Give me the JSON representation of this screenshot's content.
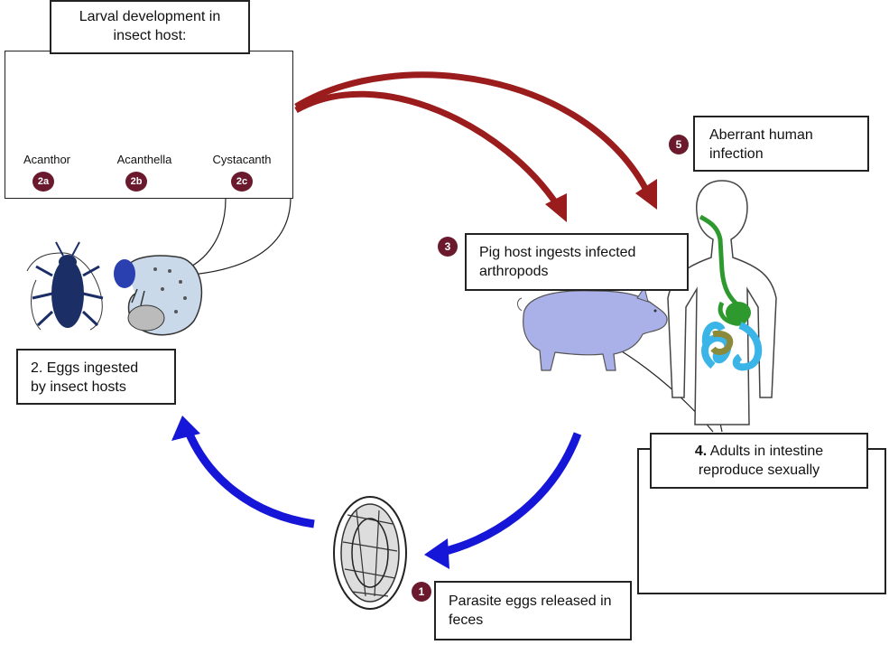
{
  "boxes": {
    "larval_title_line1": "Larval development in",
    "larval_title_line2": "insect host:",
    "eggs_ingested_line1": "2. Eggs ingested",
    "eggs_ingested_line2": "by insect hosts",
    "pig_line1": "Pig host ingests infected",
    "pig_line2": "arthropods",
    "human_line1": "Aberrant human",
    "human_line2": "infection",
    "adults_num": "4.",
    "adults_line1": " Adults in intestine",
    "adults_line2": "reproduce sexually",
    "eggs_released_line1": "Parasite eggs released in",
    "eggs_released_line2": "feces"
  },
  "stages": [
    {
      "label": "Acanthor",
      "badge": "2a"
    },
    {
      "label": "Acanthella",
      "badge": "2b"
    },
    {
      "label": "Cystacanth",
      "badge": "2c"
    }
  ],
  "step_badges": {
    "one": "1",
    "three": "3",
    "five": "5"
  },
  "colors": {
    "badge": "#6b1a2e",
    "red_arrow": "#9b1c1c",
    "blue_arrow": "#1616d8",
    "pig": "#aab0e8",
    "human_stomach": "#2e9a2e",
    "human_intestine": "#3bb4e8",
    "beetle": "#1c2e66",
    "grub": "#c9d9ea"
  }
}
